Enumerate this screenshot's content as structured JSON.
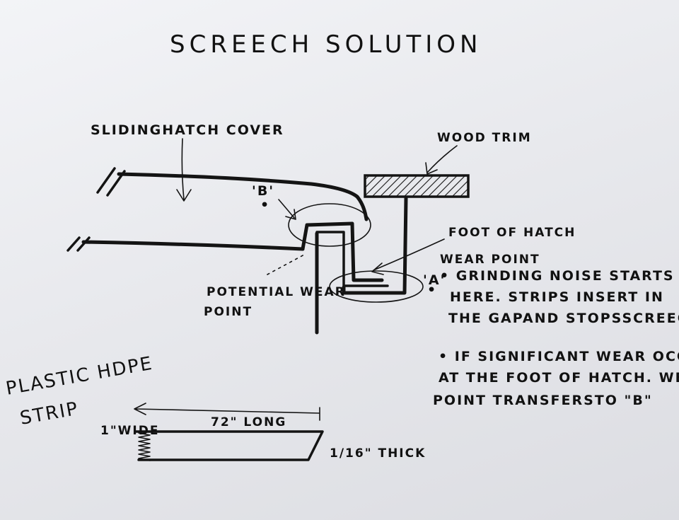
{
  "title": "SCREECH SOLUTION",
  "labels": {
    "sliding_hatch_cover": "SLIDINGHATCH COVER",
    "wood_trim": "WOOD TRIM",
    "foot_of_hatch": "FOOT OF HATCH",
    "wear_point": "WEAR POINT",
    "point_a": "'A'",
    "point_b": "'B'",
    "potential_wear_line1": "POTENTIAL WEAR",
    "potential_wear_line2": "POINT"
  },
  "notes": {
    "grinding_line1": "• GRINDING NOISE STARTS",
    "grinding_line2": "HERE. STRIPS INSERT IN",
    "grinding_line3": "THE GAPAND STOPSSCREEC",
    "wear_line1": "• IF SIGNIFICANT WEAR OCCUR",
    "wear_line2": "AT THE FOOT OF HATCH. WEAR",
    "wear_line3": "POINT TRANSFERSTO \"B\""
  },
  "strip": {
    "title_line1": "PLASTIC HDPE",
    "title_line2": "STRIP",
    "length": "72\" LONG",
    "width": "1\"WIDE",
    "thickness": "1/16\" THICK"
  },
  "colors": {
    "ink": "#141414",
    "paper": "#eeeff2"
  }
}
